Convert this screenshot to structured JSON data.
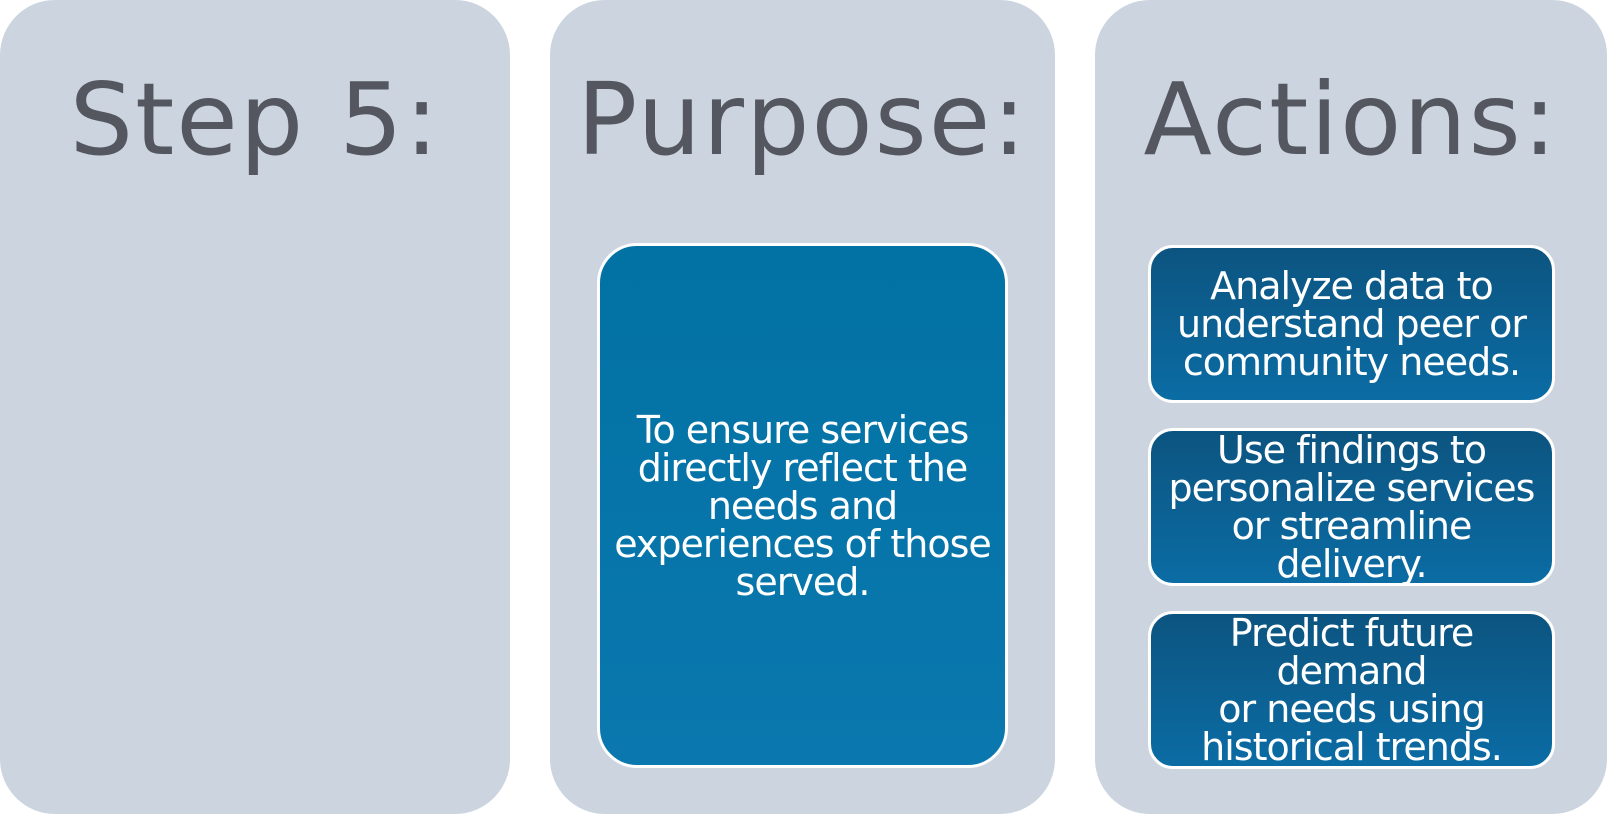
{
  "columns": [
    {
      "heading": "Step 5:"
    },
    {
      "heading": "Purpose:",
      "box": "To ensure services\ndirectly reflect the\nneeds and\nexperiences of those\nserved."
    },
    {
      "heading": "Actions:",
      "boxes": [
        "Analyze data to\nunderstand peer or\ncommunity needs.",
        "Use findings to\npersonalize services\nor streamline delivery.",
        "Predict future demand\nor needs using\nhistorical trends."
      ]
    }
  ],
  "colors": {
    "column_background": "#CCD5DF",
    "heading_text": "#54575F",
    "purpose_box_fill_top": "#0271A3",
    "purpose_box_fill_bottom": "#0A78AE",
    "action_box_fill_top": "#0C5480",
    "action_box_fill_bottom": "#0B6CA4",
    "box_border": "#FFFFFF",
    "box_text": "#FFFFFF"
  }
}
